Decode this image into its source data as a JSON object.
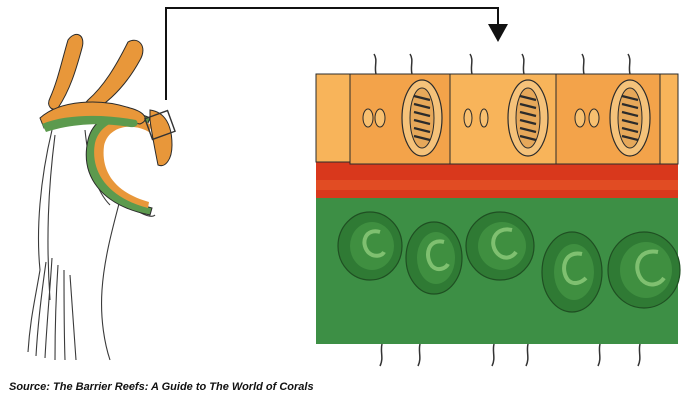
{
  "caption": "Source: The Barrier Reefs: A Guide to The World of Corals",
  "colors": {
    "polyp_tentacle": "#e8973a",
    "polyp_green": "#5c9a4e",
    "epidermis_orange": "#f3a34a",
    "epidermis_light": "#f8b45a",
    "mesoglea_red": "#d9381c",
    "gastrodermis_green": "#3d8f45",
    "zooxanthellae_green": "#2f7a34",
    "zooxanthellae_light": "#7fc070",
    "outline": "#2b2b2b"
  },
  "icons": [
    "polyp",
    "zoom-box",
    "arrow-down",
    "nematocyst",
    "zooxanthella"
  ]
}
